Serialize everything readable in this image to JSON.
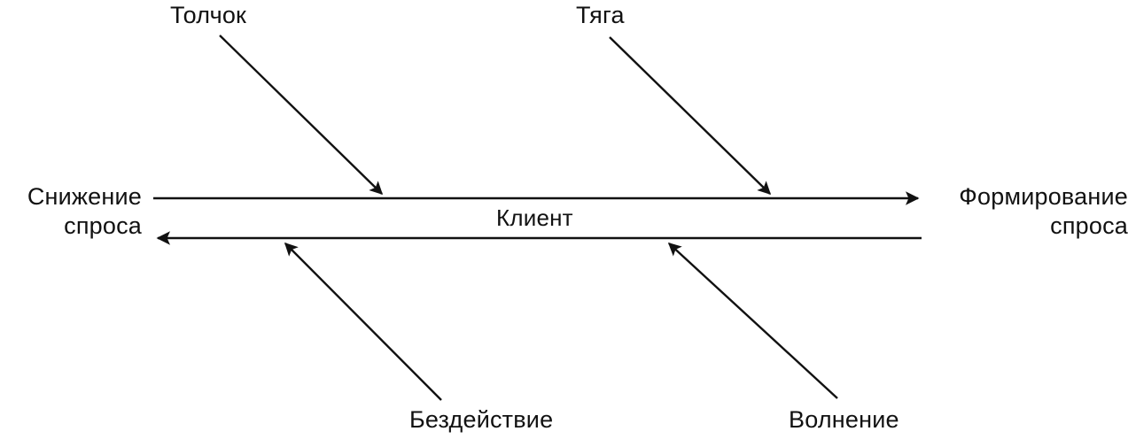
{
  "diagram": {
    "type": "fishbone-cause-effect",
    "background_color": "#ffffff",
    "line_color": "#111111",
    "text_color": "#111111",
    "spine_top": {
      "label_left": "Снижение\nспроса",
      "label_right": "Формирование\nспроса",
      "direction": "left-to-right"
    },
    "center_label": "Клиент",
    "labels": {
      "left_side": "Снижение спроса",
      "left_side_line1": "Снижение",
      "left_side_line2": "спроса",
      "right_side": "Формирование спроса",
      "right_side_line1": "Формирование",
      "right_side_line2": "спроса",
      "center": "Клиент",
      "top_left": "Толчок",
      "top_right": "Тяга",
      "bottom_left": "Бездействие",
      "bottom_right": "Волнение"
    },
    "branches": [
      {
        "name": "push",
        "label": "Толчок",
        "position": "top-left",
        "points_to": "top-spine",
        "arrow_direction": "down-right"
      },
      {
        "name": "pull",
        "label": "Тяга",
        "position": "top-right",
        "points_to": "top-spine",
        "arrow_direction": "down-right"
      },
      {
        "name": "inaction",
        "label": "Бездействие",
        "position": "bottom-left",
        "points_to": "bottom-spine",
        "arrow_direction": "up-left"
      },
      {
        "name": "excitement",
        "label": "Волнение",
        "position": "bottom-right",
        "points_to": "bottom-spine",
        "arrow_direction": "up-left"
      }
    ]
  }
}
